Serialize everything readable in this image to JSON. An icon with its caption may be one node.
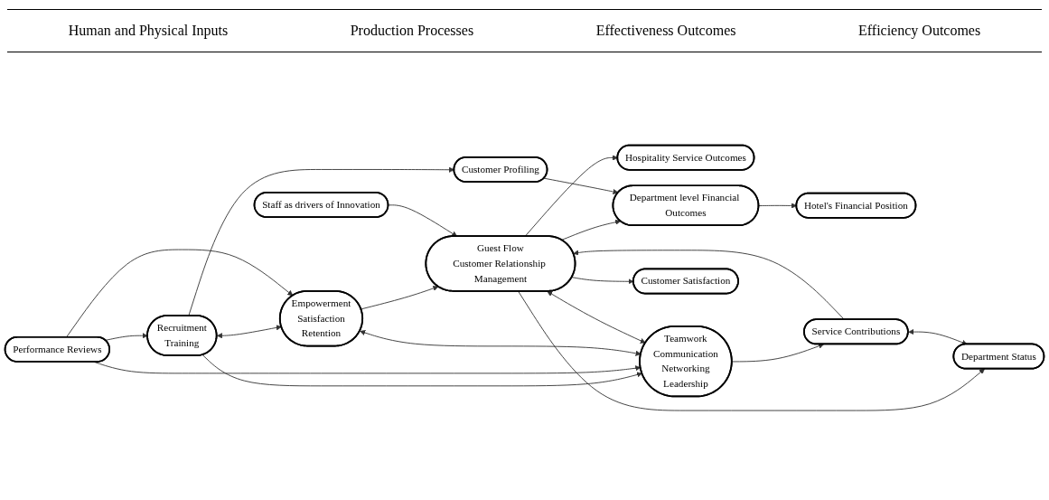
{
  "diagram": {
    "nodes": [
      {
        "text": [
          "Recruitment",
          "Training"
        ]
      },
      {
        "text": [
          "Empowerment",
          "Satisfaction",
          "Retention"
        ]
      },
      {
        "text": [
          "Guest Flow",
          "Customer Relationship Management"
        ]
      },
      {
        "text": [
          "Hospitality Service Outcomes"
        ]
      },
      {
        "text": [
          "Hotel's Financial Position"
        ]
      },
      {
        "text": [
          "Customer Profiling"
        ]
      },
      {
        "text": [
          "Department level Financial Outcomes"
        ]
      },
      {
        "text": [
          "Performance Reviews"
        ]
      },
      {
        "text": [
          "Teamwork",
          "Communication",
          "Networking",
          "Leadership"
        ]
      },
      {
        "text": [
          "Staff as drivers of Innovation"
        ]
      },
      {
        "text": [
          "Customer Satisfaction"
        ]
      },
      {
        "text": [
          "Service Contributions"
        ]
      },
      {
        "text": [
          "Department Status"
        ]
      }
    ],
    "edges": [
      {
        "from": 0,
        "to": 1,
        "arrow": "both"
      },
      {
        "from": 0,
        "to": 8,
        "arrow": "to"
      },
      {
        "from": 7,
        "to": 0,
        "arrow": "to"
      },
      {
        "from": 7,
        "to": 1,
        "arrow": "to"
      },
      {
        "from": 7,
        "to": 8,
        "arrow": "to"
      },
      {
        "from": 1,
        "to": 2,
        "arrow": "to"
      },
      {
        "from": 1,
        "to": 8,
        "arrow": "both"
      },
      {
        "from": 0,
        "to": 5,
        "arrow": "to"
      },
      {
        "from": 2,
        "to": 8,
        "arrow": "both"
      },
      {
        "from": 9,
        "to": 2,
        "arrow": "to"
      },
      {
        "from": 11,
        "to": 2,
        "arrow": "to"
      },
      {
        "from": 8,
        "to": 11,
        "arrow": "to"
      },
      {
        "from": 2,
        "to": 3,
        "arrow": "to"
      },
      {
        "from": 2,
        "to": 6,
        "arrow": "to"
      },
      {
        "from": 2,
        "to": 10,
        "arrow": "to"
      },
      {
        "from": 2,
        "to": 12,
        "arrow": "to"
      },
      {
        "from": 5,
        "to": 6,
        "arrow": "to"
      },
      {
        "from": 6,
        "to": 4,
        "arrow": "to"
      },
      {
        "from": 11,
        "to": 12,
        "arrow": "both"
      }
    ],
    "labels": [
      "Human and Physical Inputs",
      "Production Processes",
      "Effectiveness Outcomes",
      "Efficiency Outcomes"
    ]
  }
}
